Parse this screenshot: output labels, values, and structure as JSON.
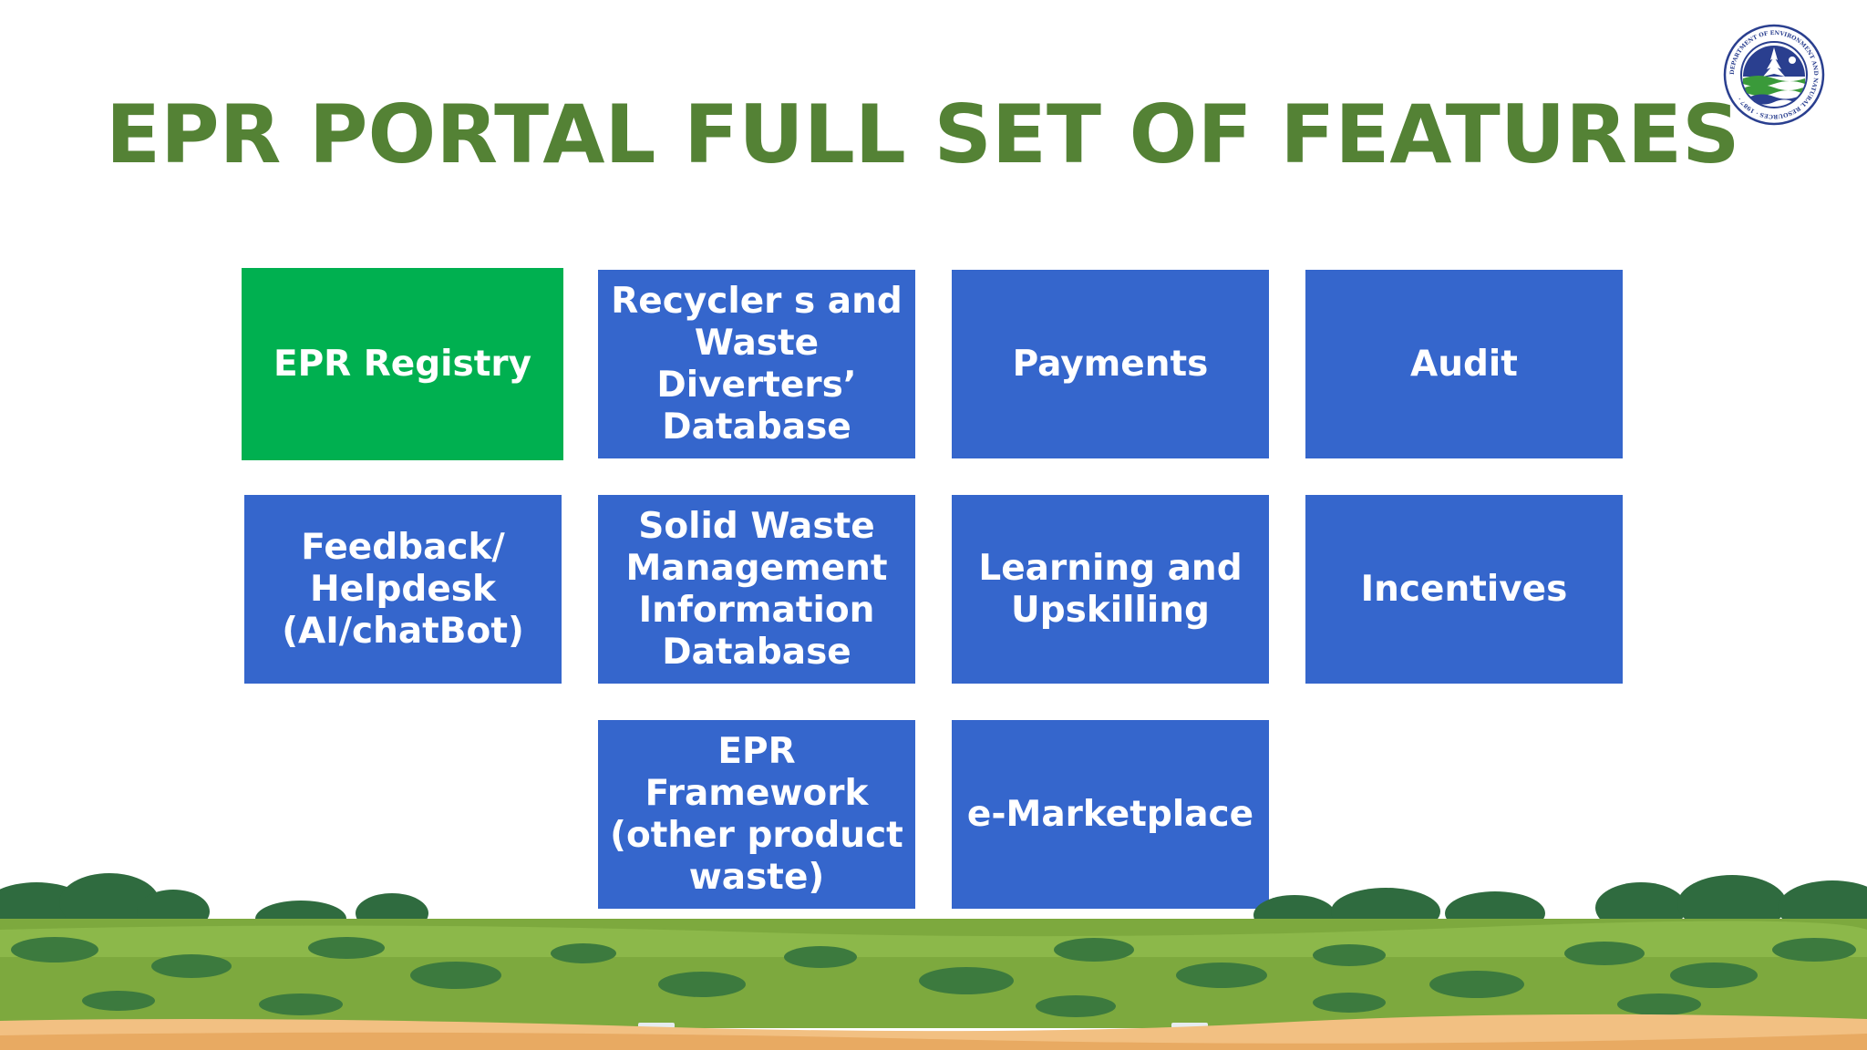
{
  "slide": {
    "title": "EPR PORTAL FULL SET OF FEATURES"
  },
  "logo": {
    "icon": "denr-seal-logo",
    "text": "DEPARTMENT OF ENVIRONMENT AND NATURAL RESOURCES · 1987 ·"
  },
  "colors": {
    "title": "#548235",
    "tile_blue": "#3566CC",
    "tile_green": "#00B050"
  },
  "features": [
    {
      "label": "EPR Registry",
      "highlighted": true
    },
    {
      "label": "Recycler s and\nWaste\nDiverters’\nDatabase",
      "highlighted": false
    },
    {
      "label": "Payments",
      "highlighted": false
    },
    {
      "label": "Audit",
      "highlighted": false
    },
    {
      "label": "Feedback/\nHelpdesk\n(AI/chatBot)",
      "highlighted": false
    },
    {
      "label": "Solid Waste\nManagement\nInformation\nDatabase",
      "highlighted": false
    },
    {
      "label": "Learning and\nUpskilling",
      "highlighted": false
    },
    {
      "label": "Incentives",
      "highlighted": false
    },
    {
      "label": "EPR\nFramework\n(other product\nwaste)",
      "highlighted": false
    },
    {
      "label": "e-Marketplace",
      "highlighted": false
    }
  ]
}
